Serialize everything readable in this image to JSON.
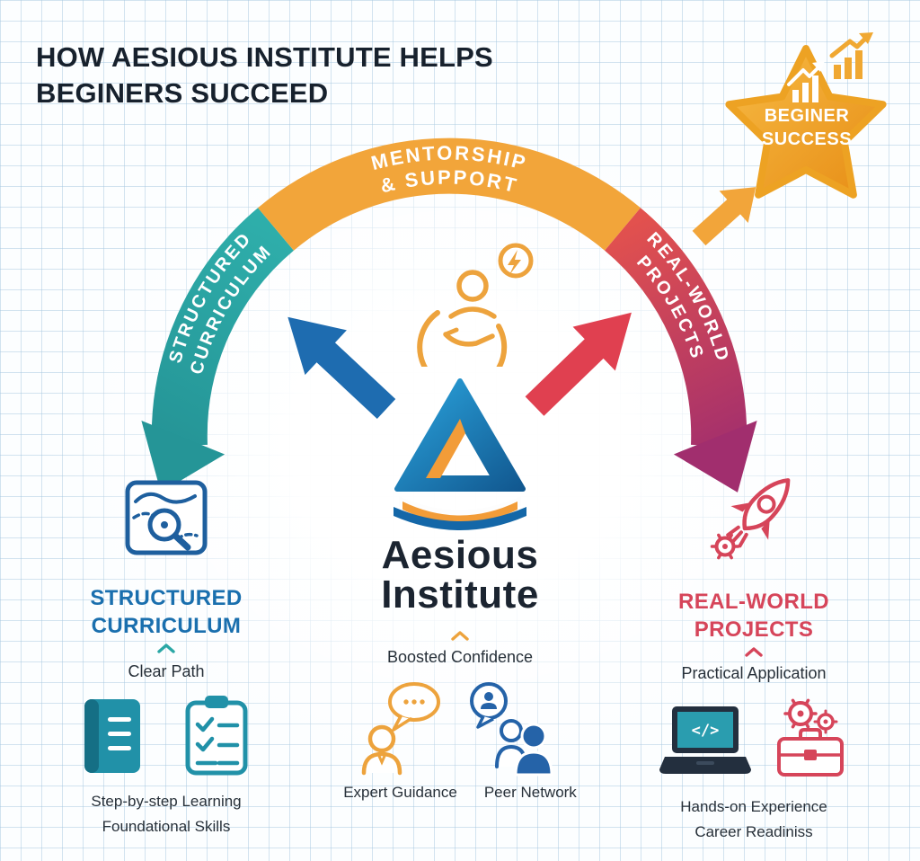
{
  "title": {
    "line1": "HOW AESIOUS INSTITUTE HELPS",
    "line2": "BEGINERS SUCCEED"
  },
  "star": {
    "line1": "BEGINER",
    "line2": "SUCCESS"
  },
  "arc": {
    "left": {
      "line1": "STRUCTURED",
      "line2": "CURRICULUM"
    },
    "top": {
      "line1": "MENTORSHIP",
      "line2": "& SUPPORT"
    },
    "right": {
      "line1": "REAL-WORLD",
      "line2": "PROJECTS"
    }
  },
  "brand": {
    "line1": "Aesious",
    "line2": "Institute"
  },
  "pillars": {
    "left": {
      "heading1": "STRUCTURED",
      "heading2": "CURRICULUM",
      "benefit": "Clear Path",
      "features": [
        "Step-by-step Learning",
        "Foundational Skills"
      ]
    },
    "center": {
      "benefit": "Boosted Confidence",
      "features": [
        "Expert Guidance",
        "Peer Network"
      ]
    },
    "right": {
      "heading1": "REAL-WORLD",
      "heading2": "PROJECTS",
      "benefit": "Practical Application",
      "features": [
        "Hands-on Experience",
        "Career Readiniss"
      ]
    }
  },
  "icons": {
    "code_glyph": "</>"
  },
  "colors": {
    "teal": "#2aa7a5",
    "orange": "#f2a53a",
    "gold": "#f0a832",
    "red": "#e2514e",
    "magenta": "#a12e6e",
    "blue": "#1e6cb0",
    "steel_blue": "#1a6fae",
    "crimson": "#d6455a",
    "navy": "#232f3e",
    "dark": "#1b2430"
  }
}
